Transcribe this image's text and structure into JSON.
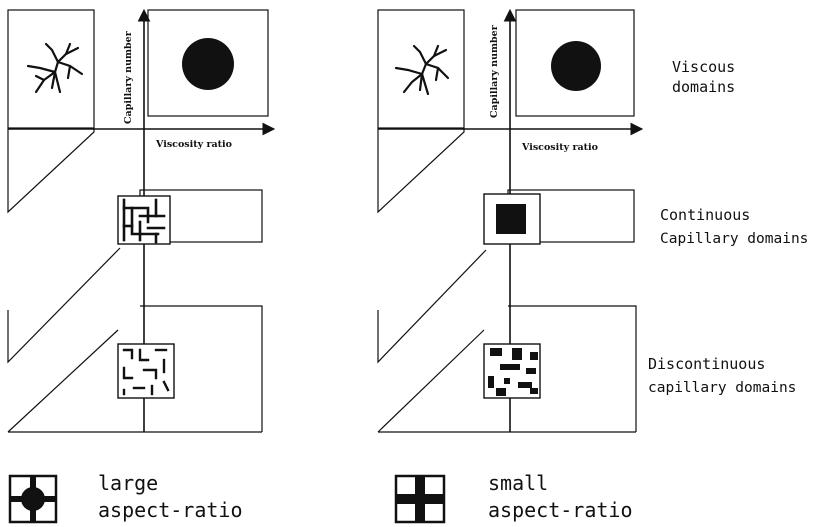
{
  "axes": {
    "x_label": "Viscosity ratio",
    "y_label": "Capillary number"
  },
  "domains": {
    "viscous": [
      "Viscous",
      "domains"
    ],
    "continuous": [
      "Continuous",
      "Capillary domains"
    ],
    "discontinuous": [
      "Discontinuous",
      "capillary domains"
    ]
  },
  "legend": {
    "large": [
      "large",
      "aspect-ratio"
    ],
    "small": [
      "small",
      "aspect-ratio"
    ]
  }
}
